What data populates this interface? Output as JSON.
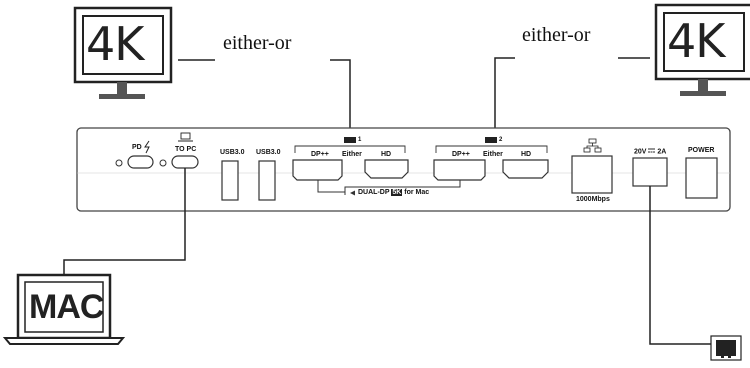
{
  "monitors": {
    "left_label": "4K",
    "right_label": "4K"
  },
  "either_labels": {
    "left": "either-or",
    "right": "either-or"
  },
  "laptop_label": "MAC",
  "panel": {
    "pd_label": "PD",
    "to_pc_label": "TO PC",
    "usb1_label": "USB3.0",
    "usb2_label": "USB3.0",
    "group1": {
      "number": "1",
      "dp_label": "DP++",
      "either_label": "Either",
      "hd_label": "HD"
    },
    "group2": {
      "number": "2",
      "dp_label": "DP++",
      "either_label": "Either",
      "hd_label": "HD"
    },
    "dual_dp_prefix": "DUAL-DP",
    "dual_dp_badge": "5K",
    "dual_dp_suffix": "for Mac",
    "ethernet_label": "1000Mbps",
    "dc_label_left": "20V",
    "dc_label_right": "2A",
    "power_label": "POWER"
  }
}
